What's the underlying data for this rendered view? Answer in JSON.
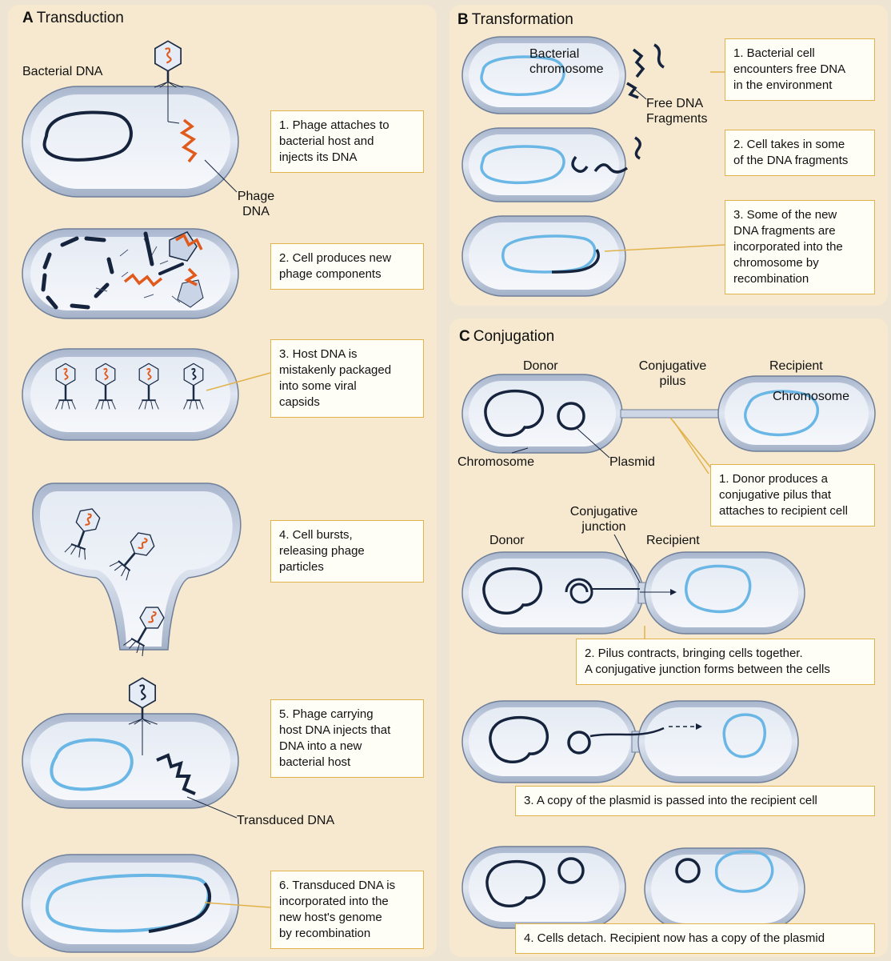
{
  "panels": {
    "a": {
      "letter": "A",
      "title": "Transduction"
    },
    "b": {
      "letter": "B",
      "title": "Transformation"
    },
    "c": {
      "letter": "C",
      "title": "Conjugation"
    }
  },
  "transduction": {
    "labels": {
      "bacterial_dna": "Bacterial DNA",
      "phage_dna_1": "Phage",
      "phage_dna_2": "DNA",
      "transduced_dna": "Transduced DNA"
    },
    "steps": [
      {
        "lines": [
          "1. Phage attaches to",
          "bacterial host and",
          "injects its DNA"
        ]
      },
      {
        "lines": [
          "2. Cell produces new",
          "phage components"
        ]
      },
      {
        "lines": [
          "3. Host DNA is",
          "mistakenly packaged",
          "into some viral",
          "capsids"
        ]
      },
      {
        "lines": [
          "4. Cell bursts,",
          "releasing phage",
          "particles"
        ]
      },
      {
        "lines": [
          "5. Phage carrying",
          "host DNA injects that",
          "DNA into a new",
          "bacterial host"
        ]
      },
      {
        "lines": [
          "6. Transduced DNA is",
          "incorporated into the",
          "new host's genome",
          "by recombination"
        ]
      }
    ]
  },
  "transformation": {
    "labels": {
      "chromosome_1": "Bacterial",
      "chromosome_2": "chromosome",
      "fragments_1": "Free DNA",
      "fragments_2": "Fragments"
    },
    "steps": [
      {
        "lines": [
          "1. Bacterial cell",
          "encounters free DNA",
          "in the environment"
        ]
      },
      {
        "lines": [
          "2. Cell takes in some",
          "of the DNA fragments"
        ]
      },
      {
        "lines": [
          "3. Some of the new",
          "DNA fragments are",
          "incorporated into the",
          "chromosome by",
          "recombination"
        ]
      }
    ]
  },
  "conjugation": {
    "labels": {
      "donor_1": "Donor",
      "pilus_1": "Conjugative",
      "pilus_2": "pilus",
      "recipient_1": "Recipient",
      "chromosome_r": "Chromosome",
      "chromosome_d": "Chromosome",
      "plasmid": "Plasmid",
      "junction_1": "Conjugative",
      "junction_2": "junction",
      "donor_2": "Donor",
      "recipient_2": "Recipient"
    },
    "steps": [
      {
        "lines": [
          "1. Donor produces a",
          "conjugative pilus that",
          "attaches to recipient cell"
        ]
      },
      {
        "lines": [
          "2. Pilus contracts, bringing cells together.",
          "A conjugative junction forms between the cells"
        ]
      },
      {
        "lines": [
          "3. A copy of the plasmid is passed into the recipient cell"
        ]
      },
      {
        "lines": [
          "4. Cells detach. Recipient now has a copy of the plasmid"
        ]
      }
    ]
  }
}
